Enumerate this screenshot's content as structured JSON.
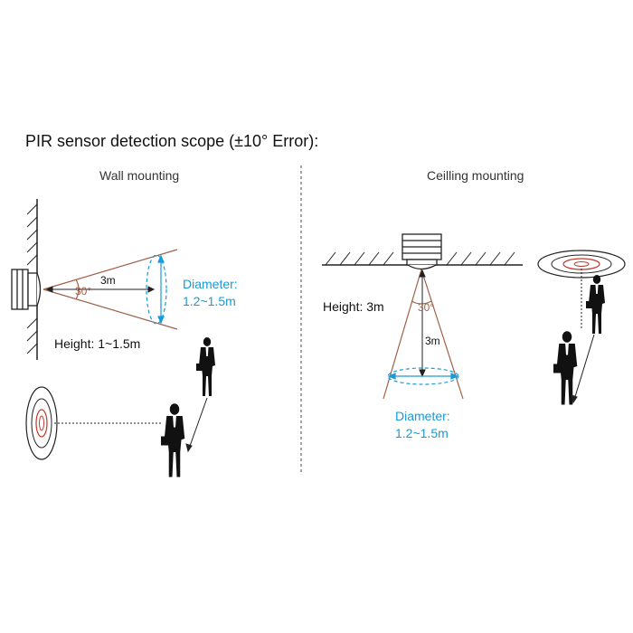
{
  "title": "PIR sensor detection scope (±10° Error):",
  "wall": {
    "heading": "Wall mounting",
    "distance": "3m",
    "angle": "30°",
    "diameter_label": "Diameter:",
    "diameter_value": "1.2~1.5m",
    "height": "Height: 1~1.5m"
  },
  "ceiling": {
    "heading": "Ceilling mounting",
    "height": "Height: 3m",
    "angle": "30°",
    "distance": "3m",
    "diameter_label": "Diameter:",
    "diameter_value": "1.2~1.5m"
  },
  "colors": {
    "cone": "#a0604a",
    "diameter": "#1a9ad6",
    "ring_center": "#c0392b",
    "line": "#222222"
  }
}
